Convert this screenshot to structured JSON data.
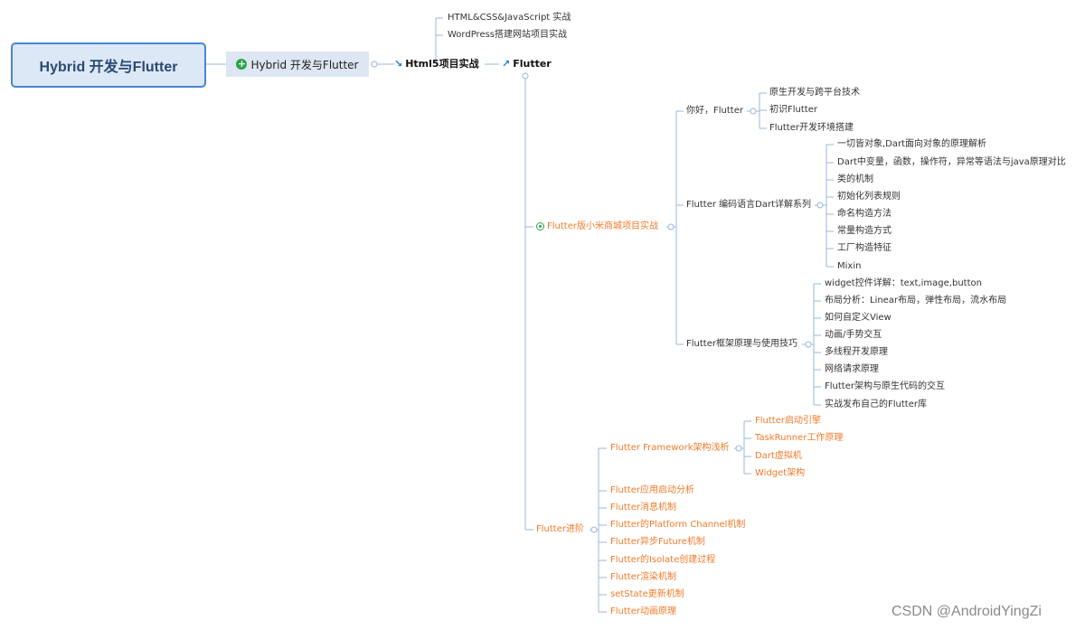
{
  "root": {
    "label": "Hybrid 开发与Flutter"
  },
  "level1": {
    "label": "Hybrid 开发与Flutter"
  },
  "html5": {
    "label": "Html5项目实战",
    "children": [
      "HTML&CSS&JavaScript 实战",
      "WordPress搭建网站项目实战"
    ]
  },
  "flutter": {
    "label": "Flutter"
  },
  "xiaomi": {
    "label": "Flutter版小米商城项目实战",
    "hello": {
      "label": "你好，Flutter",
      "children": [
        "原生开发与跨平台技术",
        "初识Flutter",
        "Flutter开发环境搭建"
      ]
    },
    "dart": {
      "label": "Flutter 编码语言Dart详解系列",
      "children": [
        "一切皆对象,Dart面向对象的原理解析",
        "Dart中变量，函数，操作符，异常等语法与java原理对比",
        "类的机制",
        "初始化列表规则",
        "命名构造方法",
        "常量构造方式",
        "工厂构造特征",
        "Mixin"
      ]
    },
    "framework": {
      "label": "Flutter框架原理与使用技巧",
      "children": [
        "widget控件详解：text,image,button",
        "布局分析：Linear布局，弹性布局，流水布局",
        "如何自定义View",
        "动画/手势交互",
        "多线程开发原理",
        "网络请求原理",
        "Flutter架构与原生代码的交互",
        "实战发布自己的Flutter库"
      ]
    }
  },
  "advanced": {
    "label": "Flutter进阶",
    "framework_arch": {
      "label": "Flutter Framework架构浅析",
      "children": [
        "Flutter启动引擎",
        "TaskRunner工作原理",
        "Dart虚拟机",
        "Widget架构"
      ]
    },
    "items": [
      "Flutter应用启动分析",
      "Flutter消息机制",
      "Flutter的Platform Channel机制",
      "Flutter异步Future机制",
      "Flutter的Isolate创建过程",
      "Flutter渲染机制",
      "setState更新机制",
      "Flutter动画原理"
    ]
  },
  "watermark": "CSDN @AndroidYingZi",
  "colors": {
    "line": "#9bb7dc",
    "orange": "#f07b2a",
    "root_border": "#4a85d3"
  }
}
